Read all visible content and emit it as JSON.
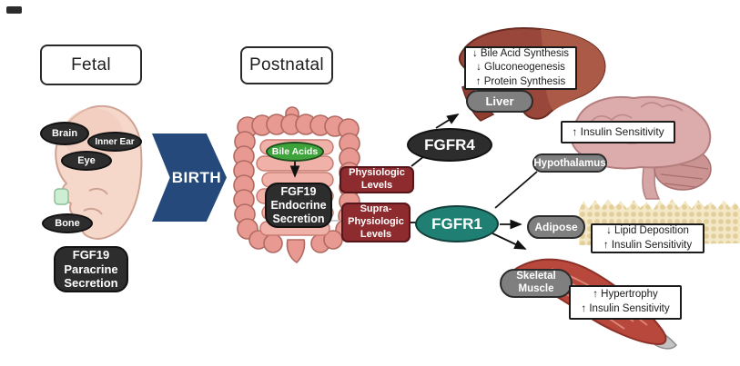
{
  "palette": {
    "node-dark": "#2d2d2d",
    "node-red": "#8e2b2f",
    "node-teal": "#1f7f73",
    "node-green": "#3fa33c",
    "node-gray": "#7f7f7f",
    "birth-blue": "#25497b",
    "skin": "#f5d8ca",
    "intestine": "#e89a92",
    "liver": "#99473a",
    "brain": "#dcacac",
    "adipose": "#f3e9c6",
    "muscle": "#b8473c"
  },
  "stages": {
    "fetal": "Fetal",
    "postnatal": "Postnatal"
  },
  "birth_label": "BIRTH",
  "fetal": {
    "sites": [
      {
        "label": "Brain"
      },
      {
        "label": "Inner Ear"
      },
      {
        "label": "Eye"
      },
      {
        "label": "Bone"
      }
    ],
    "secretion": [
      "FGF19",
      "Paracrine",
      "Secretion"
    ]
  },
  "postnatal": {
    "bile_acids": "Bile Acids",
    "secretion": [
      "FGF19",
      "Endocrine",
      "Secretion"
    ],
    "physiologic": [
      "Physiologic",
      "Levels"
    ],
    "supra_physiologic": [
      "Supra-",
      "Physiologic",
      "Levels"
    ]
  },
  "receptors": {
    "fgfr4": "FGFR4",
    "fgfr1": "FGFR1"
  },
  "targets": {
    "liver": {
      "label": "Liver",
      "effects": [
        "↓ Bile Acid Synthesis",
        "↓ Gluconeogenesis",
        "↑ Protein Synthesis"
      ]
    },
    "hypothalamus": {
      "label": "Hypothalamus",
      "effects": [
        "↑ Insulin Sensitivity"
      ]
    },
    "adipose": {
      "label": "Adipose",
      "effects": [
        "↓ Lipid Deposition",
        "↑ Insulin Sensitivity"
      ]
    },
    "skeletal_muscle": {
      "label": [
        "Skeletal",
        "Muscle"
      ],
      "effects": [
        "↑ Hypertrophy",
        "↑ Insulin Sensitivity"
      ]
    }
  }
}
